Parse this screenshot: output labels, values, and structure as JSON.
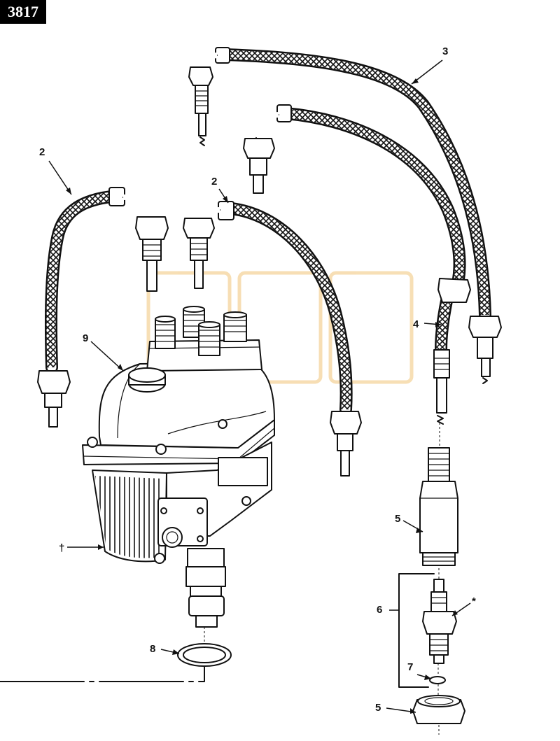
{
  "figure": {
    "number": "3817"
  },
  "callouts": {
    "c2_left": "2",
    "c2_mid": "2",
    "c3": "3",
    "c4": "4",
    "c5_upper": "5",
    "c5_lower": "5",
    "c6": "6",
    "c7": "7",
    "c8": "8",
    "c9": "9",
    "dagger": "†",
    "asterisk": "*"
  },
  "colors": {
    "ink": "#111111",
    "paper": "#ffffff",
    "watermark": "#f6d9a8"
  },
  "icons": [
    "ignition-harness-assembly",
    "magneto",
    "spark-plug",
    "adapter",
    "gasket",
    "braided-lead"
  ]
}
